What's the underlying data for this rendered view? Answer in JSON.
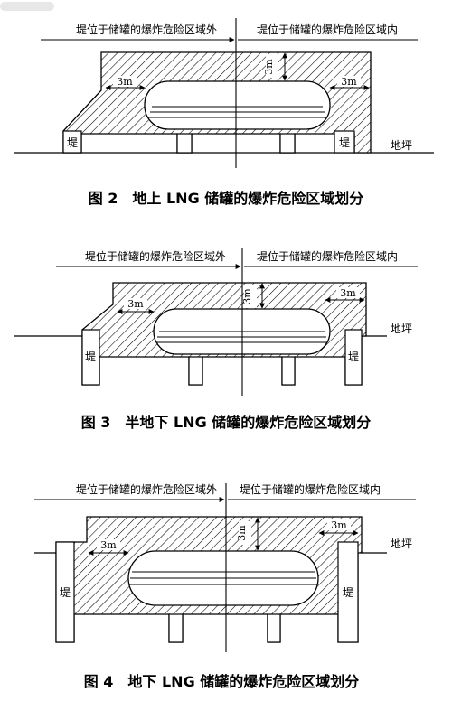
{
  "figures": [
    {
      "left_label": "堤位于储罐的爆炸危险区域外",
      "right_label": "堤位于储罐的爆炸危险区域内",
      "dim_left": "3m",
      "dim_top": "3m",
      "dim_right": "3m",
      "dike_left": "堤",
      "dike_right": "堤",
      "ground": "地坪",
      "caption": "图 2　地上 LNG 储罐的爆炸危险区域划分"
    },
    {
      "left_label": "堤位于储罐的爆炸危险区域外",
      "right_label": "堤位于储罐的爆炸危险区域内",
      "dim_left": "3m",
      "dim_top": "3m",
      "dim_right": "3m",
      "dike_left": "堤",
      "dike_right": "堤",
      "ground": "地坪",
      "caption": "图 3　半地下 LNG 储罐的爆炸危险区域划分"
    },
    {
      "left_label": "堤位于储罐的爆炸危险区域外",
      "right_label": "堤位于储罐的爆炸危险区域内",
      "dim_left": "3m",
      "dim_top": "3m",
      "dim_right": "3m",
      "dike_left": "堤",
      "dike_right": "堤",
      "ground": "地坪",
      "caption": "图 4　地下 LNG 储罐的爆炸危险区域划分"
    }
  ]
}
